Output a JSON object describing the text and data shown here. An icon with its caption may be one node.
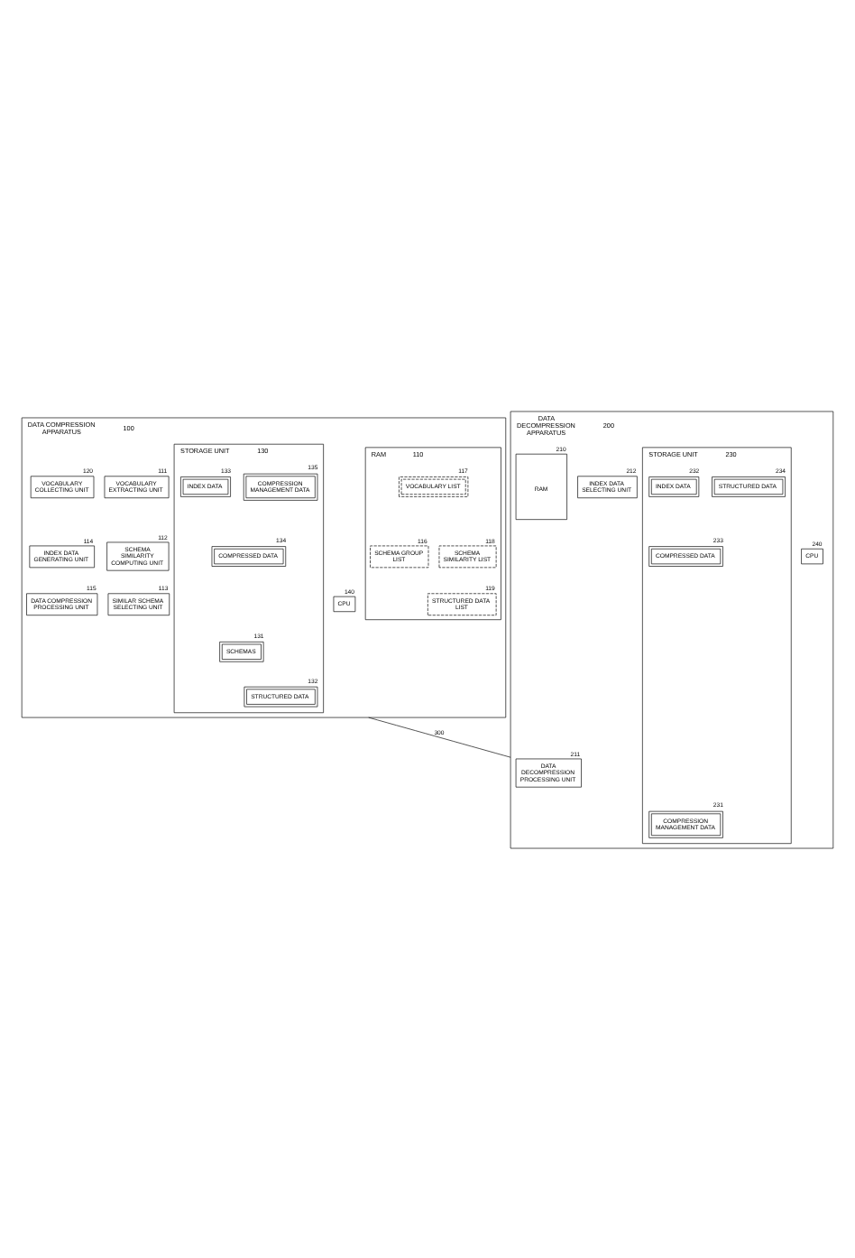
{
  "diagram": {
    "nodes": [
      {
        "text": [
          "DATA COMPRESSION APPARATUS"
        ],
        "beside": [
          "100"
        ]
      },
      {
        "text": [
          "VOCABULARY EXTRACTING UNIT"
        ],
        "beside": [
          "111"
        ],
        "in": 0
      },
      {
        "text": [
          "VOCABULARY COLLECTING UNIT"
        ],
        "beside": [
          "120"
        ],
        "in": 0
      },
      {
        "text": [
          "SCHEMA SIMILARITY COMPUTING UNIT"
        ],
        "beside": [
          "112"
        ],
        "in": 0
      },
      {
        "text": [
          "INDEX DATA GENERATING UNIT"
        ],
        "beside": [
          "114"
        ],
        "in": 0
      },
      {
        "text": [
          "SIMILAR SCHEMA SELECTING UNIT"
        ],
        "beside": [
          "113"
        ],
        "in": 0
      },
      {
        "text": [
          "DATA COMPRESSION PROCESSING UNIT"
        ],
        "beside": [
          "115"
        ],
        "in": 0
      },
      {
        "text": [
          "RAM"
        ],
        "beside": [
          "110"
        ],
        "in": 0
      },
      {
        "text": [
          "VOCABULARY LIST"
        ],
        "beside": [
          "117"
        ],
        "in": 7
      },
      {
        "text": [
          "SCHEMA GROUP LIST"
        ],
        "beside": [
          "116"
        ],
        "in": 7
      },
      {
        "text": [
          "SCHEMA SIMILARITY LIST"
        ],
        "beside": [
          "118"
        ],
        "in": 7
      },
      {
        "text": [
          "STRUCTURED DATA LIST"
        ],
        "beside": [
          "119"
        ],
        "in": 7
      },
      {
        "text": [
          "STORAGE UNIT"
        ],
        "beside": [
          "130"
        ],
        "in": 0
      },
      {
        "text": [
          "SCHEMAS"
        ],
        "beside": [
          "131"
        ],
        "in": 12
      },
      {
        "text": [
          "COMPRESSION MANAGEMENT DATA"
        ],
        "beside": [
          "135"
        ],
        "in": 12
      },
      {
        "text": [
          "INDEX DATA"
        ],
        "beside": [
          "133"
        ],
        "in": 12
      },
      {
        "text": [
          "STRUCTURED DATA"
        ],
        "beside": [
          "132"
        ],
        "in": 12
      },
      {
        "text": [
          "COMPRESSED DATA"
        ],
        "beside": [
          "134"
        ],
        "in": 12
      },
      {
        "text": [
          "CPU"
        ],
        "beside": [
          "140"
        ],
        "in": 0
      },
      {
        "text": [
          "DATA DECOMPRESSION APPARATUS"
        ],
        "beside": [
          "200"
        ]
      },
      {
        "text": [
          "DATA DECOMPRESSION PROCESSING UNIT"
        ],
        "beside": [
          "211"
        ],
        "in": 19
      },
      {
        "text": [
          "INDEX DATA SELECTING UNIT"
        ],
        "beside": [
          "212"
        ],
        "in": 19
      },
      {
        "text": [
          "RAM"
        ],
        "beside": [
          "210"
        ],
        "in": 19
      },
      {
        "text": [
          "STORAGE UNIT"
        ],
        "beside": [
          "230"
        ],
        "in": 19
      },
      {
        "text": [
          "COMPRESSION MANAGEMENT DATA"
        ],
        "beside": [
          "231"
        ],
        "in": 23
      },
      {
        "text": [
          "INDEX DATA"
        ],
        "beside": [
          "232"
        ],
        "in": 23
      },
      {
        "text": [
          "STRUCTURED DATA"
        ],
        "beside": [
          "234"
        ],
        "in": 23
      },
      {
        "text": [
          "COMPRESSED DATA"
        ],
        "beside": [
          "233"
        ],
        "in": 23
      },
      {
        "text": [
          "CPU"
        ],
        "beside": [
          "240"
        ],
        "in": 19
      }
    ],
    "edges": [
      {
        "from": 0,
        "to": 19,
        "arrow": "none",
        "label": "300"
      }
    ]
  }
}
